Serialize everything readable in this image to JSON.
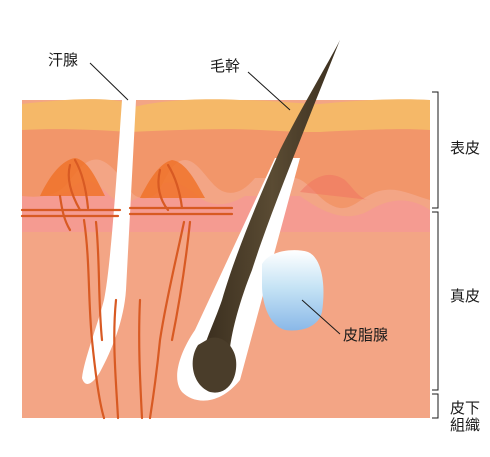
{
  "labels": {
    "sweat_gland": "汗腺",
    "hair_shaft": "毛幹",
    "epidermis": "表皮",
    "dermis": "真皮",
    "sebaceous_gland": "皮脂腺",
    "subcutaneous_line1": "皮下",
    "subcutaneous_line2": "組織"
  },
  "colors": {
    "stratum_corneum": "#f5b868",
    "epidermis": "#f29a6a",
    "dermis": "#f3a585",
    "papilla_highlight": "#f07f7a",
    "vessel": "#d85a23",
    "hair": "#4a3d2a",
    "follicle_white": "#ffffff",
    "sebaceous_blue": "#9ec8ec"
  }
}
